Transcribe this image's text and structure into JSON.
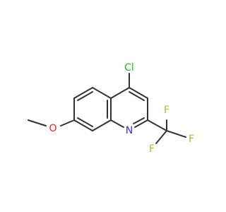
{
  "molecule": {
    "atoms": {
      "chlorine": {
        "text": "Cl",
        "color": "#22bb22"
      },
      "nitrogen": {
        "text": "N",
        "color": "#3333ee"
      },
      "oxygen": {
        "text": "O",
        "color": "#ee2222"
      },
      "fluorine_top": {
        "text": "F",
        "color": "#99cc33"
      },
      "fluorine_left": {
        "text": "F",
        "color": "#99cc33"
      },
      "fluorine_right": {
        "text": "F",
        "color": "#99cc33"
      }
    },
    "bond_color": "#333333"
  }
}
